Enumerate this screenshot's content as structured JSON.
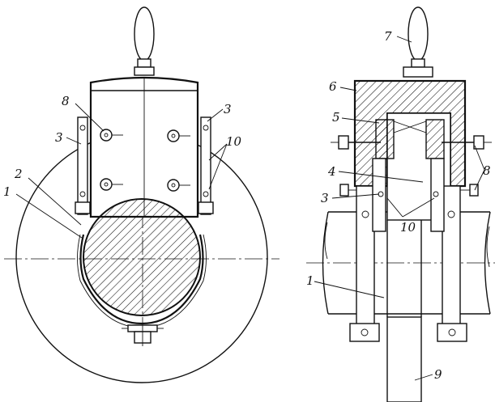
{
  "labels": {
    "l1_left": "1",
    "l2_left": "2",
    "l3_left": "3",
    "l3_right_top": "3",
    "l8_left": "8",
    "l10_left": "10",
    "l7": "7",
    "l6": "6",
    "l5": "5",
    "l4": "4",
    "l3_right": "3",
    "l10_right": "10",
    "l8_right": "8",
    "l1_right": "1",
    "l9": "9"
  }
}
